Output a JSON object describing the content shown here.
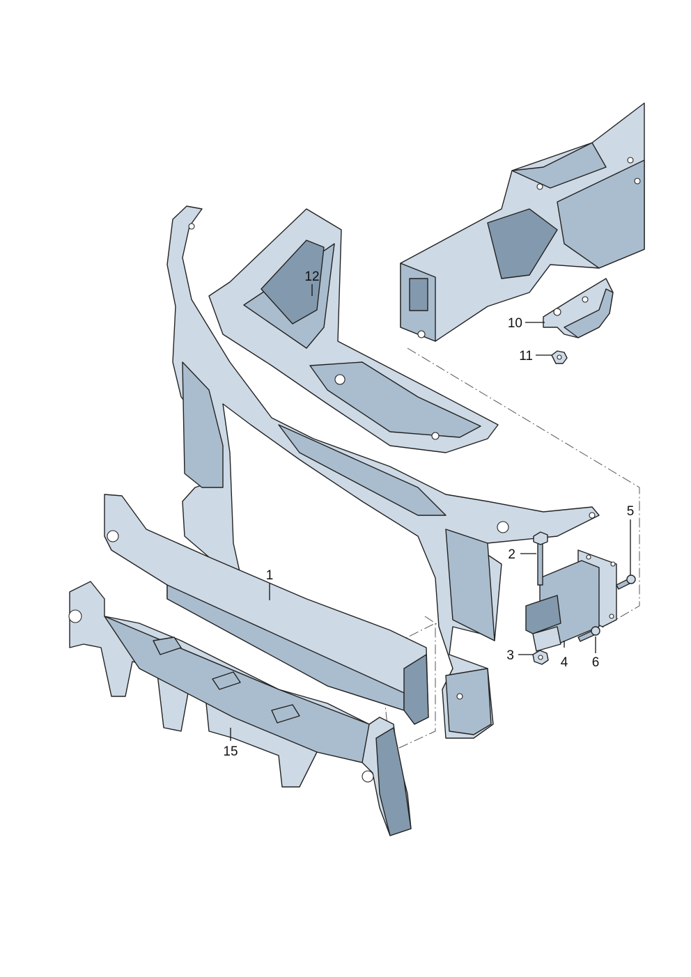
{
  "colors": {
    "part_light": "#cdd9e5",
    "part_mid": "#aabdce",
    "part_dark": "#8399ad",
    "outline": "#222222",
    "background": "#ffffff"
  },
  "callouts": [
    {
      "id": "1",
      "label": "1",
      "part": "bumper-bracket"
    },
    {
      "id": "2",
      "label": "2",
      "part": "bolt-long"
    },
    {
      "id": "3",
      "label": "3",
      "part": "nut-lower"
    },
    {
      "id": "4",
      "label": "4",
      "part": "crash-box"
    },
    {
      "id": "5",
      "label": "5",
      "part": "bolt-upper-short"
    },
    {
      "id": "6",
      "label": "6",
      "part": "bolt-lower-short"
    },
    {
      "id": "10",
      "label": "10",
      "part": "mounting-bracket"
    },
    {
      "id": "11",
      "label": "11",
      "part": "nut-small"
    },
    {
      "id": "12",
      "label": "12",
      "part": "air-duct"
    },
    {
      "id": "15",
      "label": "15",
      "part": "energy-absorber"
    }
  ]
}
